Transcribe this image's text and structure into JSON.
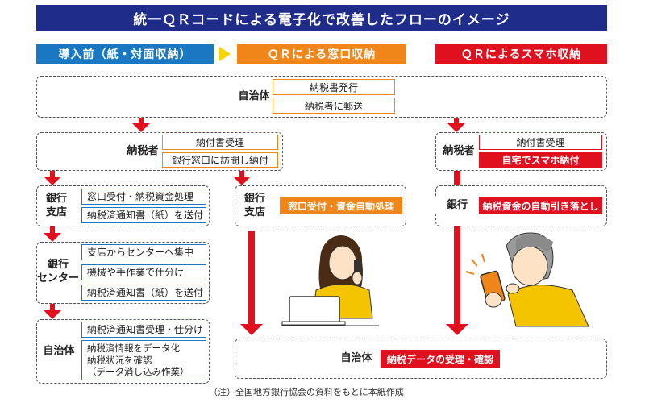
{
  "title": "統一ＱＲコードによる電子化で改善したフローのイメージ",
  "headers": {
    "before": "導入前（紙・対面収納）",
    "counter": "ＱＲによる窓口収納",
    "smartphone": "ＱＲによるスマホ収納"
  },
  "municipality_top": {
    "label": "自治体",
    "steps": [
      "納税書発行",
      "納税者に郵送"
    ]
  },
  "taxpayer_left": {
    "label": "納税者",
    "steps": [
      "納付書受理",
      "銀行窓口に訪問し納付"
    ]
  },
  "taxpayer_right": {
    "label": "納税者",
    "steps": [
      "納付書受理",
      "自宅でスマホ納付"
    ]
  },
  "bank_branch_left": {
    "label": "銀行\n支店",
    "steps": [
      "窓口受付・納税資金処理",
      "納税済通知書（紙）を送付"
    ]
  },
  "bank_branch_mid": {
    "label": "銀行\n支店",
    "step": "窓口受付・資金自動処理"
  },
  "bank_right": {
    "label": "銀行",
    "step": "納税資金の自動引き落とし"
  },
  "bank_center": {
    "label": "銀行\nセンター",
    "steps": [
      "支店からセンターへ集中",
      "機械や手作業で仕分け",
      "納税済通知書（紙）を送付"
    ]
  },
  "municipality_left": {
    "label": "自治体",
    "steps": [
      "納税済通知書受理・仕分け",
      "納税済情報をデータ化\n納税状況を確認\n（データ消し込み作業）"
    ]
  },
  "municipality_bottom": {
    "label": "自治体",
    "step": "納税データの受理・確認"
  },
  "note": "（注）全国地方銀行協会の資料をもとに本紙作成",
  "colors": {
    "navy": "#1f2c8a",
    "blue": "#1a78c2",
    "orange": "#f08519",
    "red": "#e0101e"
  }
}
